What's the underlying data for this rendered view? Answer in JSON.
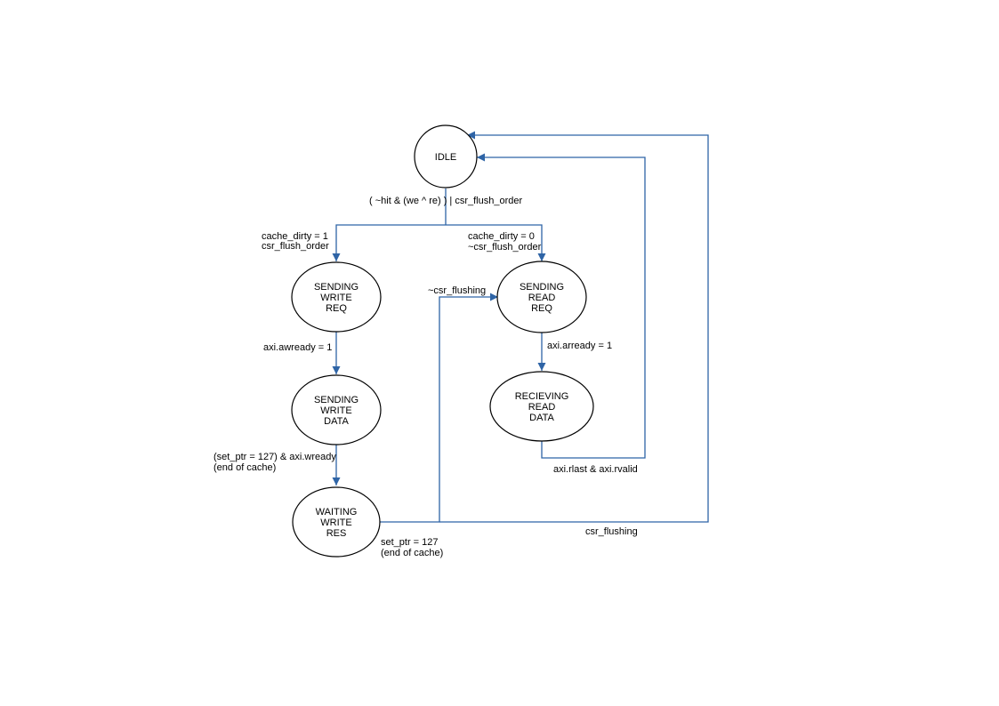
{
  "states": {
    "idle": [
      "IDLE"
    ],
    "sending_write_req": [
      "SENDING",
      "WRITE",
      "REQ"
    ],
    "sending_write_data": [
      "SENDING",
      "WRITE",
      "DATA"
    ],
    "waiting_write_res": [
      "WAITING",
      "WRITE",
      "RES"
    ],
    "sending_read_req": [
      "SENDING",
      "READ",
      "REQ"
    ],
    "recieving_read_data": [
      "RECIEVING",
      "READ",
      "DATA"
    ]
  },
  "labels": {
    "idle_exit": [
      "( ~hit & (we ^ re) ) | csr_flush_order"
    ],
    "to_write": [
      "cache_dirty = 1",
      "csr_flush_order"
    ],
    "to_read": [
      "cache_dirty = 0",
      "~csr_flush_order"
    ],
    "awready": [
      "axi.awready = 1"
    ],
    "wready": [
      "(set_ptr = 127) & axi.wready",
      "(end of cache)"
    ],
    "arready": [
      "axi.arready = 1"
    ],
    "rlast": [
      "axi.rlast & axi.rvalid"
    ],
    "not_flushing": [
      "~csr_flushing"
    ],
    "set_ptr": [
      "set_ptr = 127",
      "(end of cache)"
    ],
    "flushing": [
      "csr_flushing"
    ]
  },
  "colors": {
    "edge": "#2e64a6",
    "state_stroke": "#000000"
  }
}
